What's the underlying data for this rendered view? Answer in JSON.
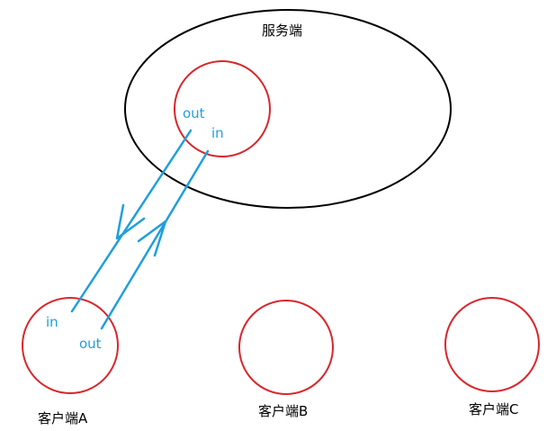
{
  "colors": {
    "server_outline": "#000000",
    "node_outline": "#d9262c",
    "stream": "#1f9fdc",
    "label": "#000000",
    "port_label": "#1f9fdc",
    "background": "#ffffff"
  },
  "server": {
    "label": "服务端",
    "ports": {
      "out": "out",
      "in": "in"
    }
  },
  "clients": [
    {
      "label": "客户端A",
      "ports": {
        "in": "in",
        "out": "out"
      }
    },
    {
      "label": "客户端B"
    },
    {
      "label": "客户端C"
    }
  ]
}
